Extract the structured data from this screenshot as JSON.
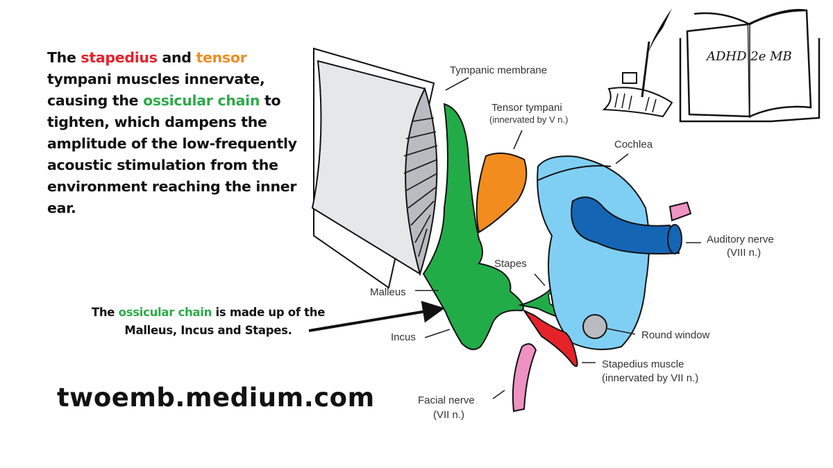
{
  "intro": {
    "parts": [
      {
        "text": "The ",
        "style": "plain"
      },
      {
        "text": "stapedius",
        "style": "red"
      },
      {
        "text": " and ",
        "style": "plain"
      },
      {
        "text": "tensor",
        "style": "orange"
      },
      {
        "text": " tympani muscles innervate, causing the ",
        "style": "plain"
      },
      {
        "text": "ossicular chain",
        "style": "green"
      },
      {
        "text": " to tighten, which dampens the amplitude of the low-frequently acoustic stimulation from the environment reaching the inner ear.",
        "style": "plain"
      }
    ]
  },
  "note": {
    "prefix": "The ",
    "highlight": "ossicular chain",
    "suffix": " is made up of the Malleus, Incus and Stapes."
  },
  "site": "twoemb.medium.com",
  "logo": {
    "text": "ADHD 2e MB"
  },
  "labels": {
    "tympanic_membrane": "Tympanic membrane",
    "tensor_tympani": "Tensor tympani",
    "tensor_tympani_sub": "(innervated by V n.)",
    "cochlea": "Cochlea",
    "auditory_nerve": "Auditory nerve",
    "auditory_nerve_sub": "(VIII n.)",
    "stapes": "Stapes",
    "malleus": "Malleus",
    "incus": "Incus",
    "round_window": "Round window",
    "stapedius_muscle": "Stapedius muscle",
    "stapedius_muscle_sub": "(innervated by VII n.)",
    "facial_nerve": "Facial nerve",
    "facial_nerve_sub": "(VII n.)"
  },
  "colors": {
    "red": "#e52229",
    "orange": "#f28c1e",
    "green": "#2eaa4a",
    "ossicle_green": "#22ac48",
    "cochlea_blue": "#7fcff5",
    "nerve_blue": "#1565b5",
    "pink": "#ee92c2",
    "membrane_gray": "#b9bbc0",
    "canal_gray": "#e6e7e9"
  }
}
